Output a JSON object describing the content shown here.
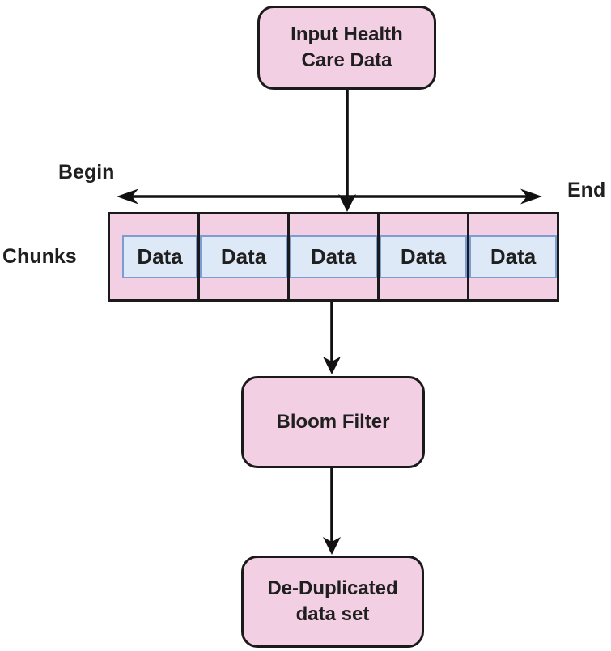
{
  "nodes": {
    "input": {
      "label": "Input Health\nCare Data"
    },
    "bloom": {
      "label": "Bloom Filter"
    },
    "dedup": {
      "label": "De-Duplicated\ndata set"
    }
  },
  "flow_labels": {
    "begin": "Begin",
    "end": "End",
    "chunks": "Chunks"
  },
  "chunk_row": {
    "cells": [
      {
        "label": "Data"
      },
      {
        "label": "Data"
      },
      {
        "label": "Data"
      },
      {
        "label": "Data"
      },
      {
        "label": "Data"
      }
    ]
  },
  "colors": {
    "node_fill": "#f2cfe3",
    "node_border": "#1a1a1a",
    "chunk_fill": "#f2cfe3",
    "data_fill": "#dee9f7",
    "data_border": "#7d9cd1",
    "arrow_color": "#111111",
    "text_color": "#1f1f1f"
  }
}
